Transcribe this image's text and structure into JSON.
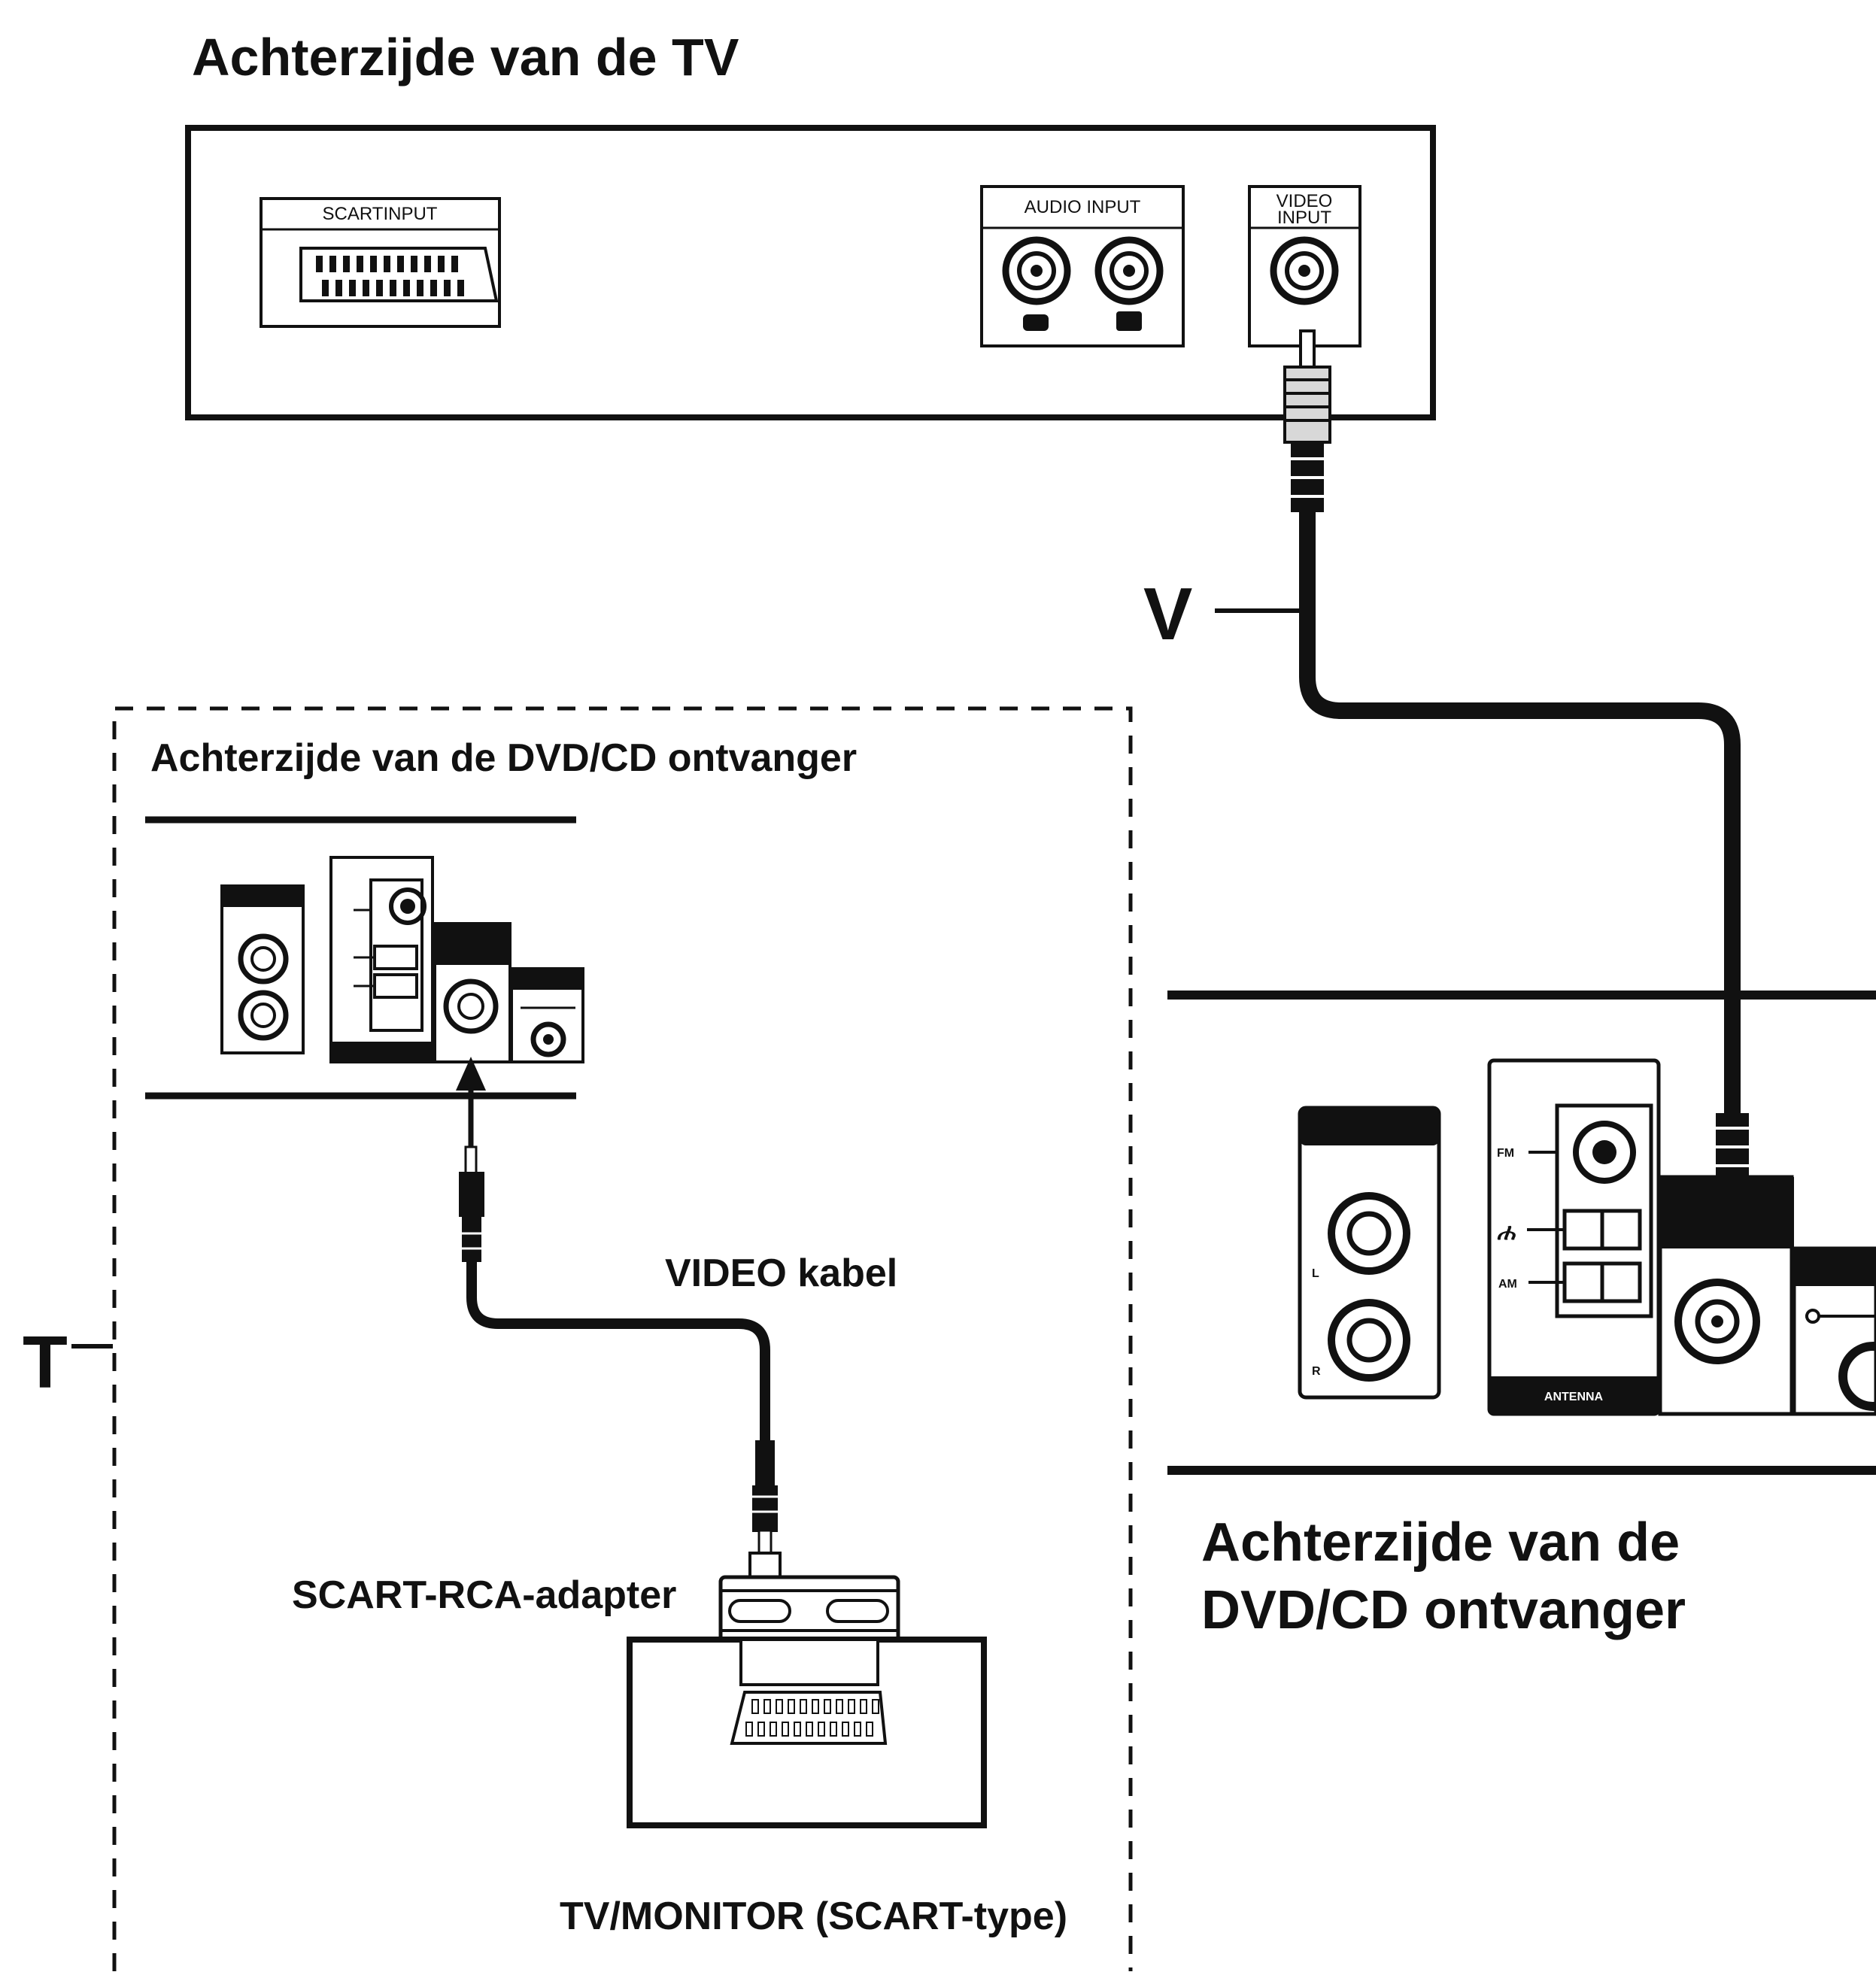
{
  "diagram": {
    "title_tv_back": "Achterzijde van de TV",
    "tv_panel": {
      "scart_input": "SCARTINPUT",
      "audio_input": "AUDIO INPUT",
      "video_input_line1": "VIDEO",
      "video_input_line2": "INPUT"
    },
    "label_v": "V",
    "label_t": "T",
    "inset": {
      "title": "Achterzijde van de DVD/CD ontvanger",
      "video_cable": "VIDEO kabel",
      "scart_rca_adapter": "SCART-RCA-adapter",
      "tv_monitor": "TV/MONITOR (SCART-type)"
    },
    "receiver_panel": {
      "fm": "FM",
      "am": "AM",
      "l": "L",
      "r": "R",
      "antenna": "ANTENNA"
    },
    "receiver_title_line1": "Achterzijde van de",
    "receiver_title_line2": "DVD/CD ontvanger"
  }
}
